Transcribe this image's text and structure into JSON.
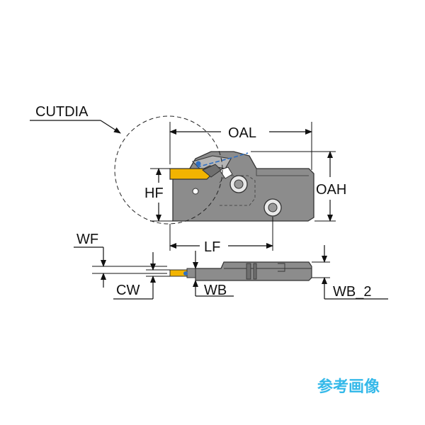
{
  "labels": {
    "cutdia": "CUTDIA",
    "oal": "OAL",
    "oah": "OAH",
    "hf": "HF",
    "lf": "LF",
    "wf": "WF",
    "cw": "CW",
    "wb": "WB",
    "wb2": "WB_2"
  },
  "watermark": "参考画像",
  "colors": {
    "body": "#8c8c8c",
    "body_dark": "#6f6f6f",
    "insert": "#f2b400",
    "coolant": "#2f6fc2",
    "line": "#111111",
    "watermark": "#35b9e9"
  }
}
